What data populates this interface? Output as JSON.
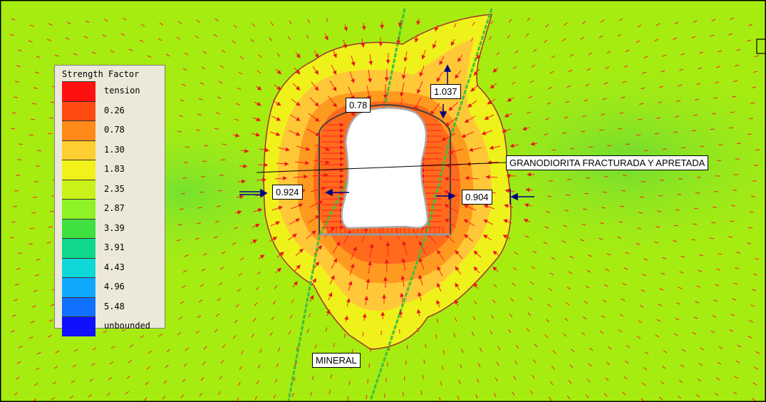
{
  "legend": {
    "title": "Strength Factor",
    "items": [
      {
        "label": "tension",
        "color": "#ff1010"
      },
      {
        "label": "0.26",
        "color": "#ff4a12"
      },
      {
        "label": "0.78",
        "color": "#ff8a18"
      },
      {
        "label": "1.30",
        "color": "#ffce30"
      },
      {
        "label": "1.83",
        "color": "#f2f21a"
      },
      {
        "label": "2.35",
        "color": "#c9f21a"
      },
      {
        "label": "2.87",
        "color": "#8ef226"
      },
      {
        "label": "3.39",
        "color": "#3fe03f"
      },
      {
        "label": "3.91",
        "color": "#10d88a"
      },
      {
        "label": "4.43",
        "color": "#10d8d8"
      },
      {
        "label": "4.96",
        "color": "#10a8ff"
      },
      {
        "label": "5.48",
        "color": "#1070ff"
      },
      {
        "label": "unbounded",
        "color": "#1010ff"
      }
    ]
  },
  "annotations": {
    "roof": "0.78",
    "roof_thickness": "1.037",
    "left_wall": "0.924",
    "right_wall": "0.904",
    "rock_type": "GRANODIORITA FRACTURADA Y APRETADA",
    "vein": "MINERAL"
  },
  "colors": {
    "background": "#a8f000",
    "contour_line": "#a0332b",
    "vein_line": "#40c040",
    "stress_arrow": "#ff2020",
    "dimension_arrow": "#00007f"
  }
}
